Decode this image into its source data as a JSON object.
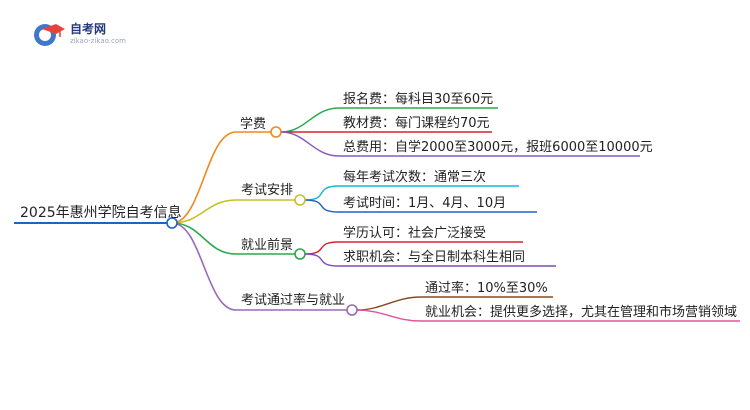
{
  "logo": {
    "title": "自考网",
    "url": "zikao-zikao.com"
  },
  "mindmap": {
    "root": "2025年惠州学院自考信息",
    "branches": [
      {
        "label": "学费",
        "color": "#f0891b",
        "children": [
          {
            "text": "报名费：每科目30至60元",
            "color": "#2aa84a"
          },
          {
            "text": "教材费：每门课程约70元",
            "color": "#d8232a"
          },
          {
            "text": "总费用：自学2000至3000元，报班6000至10000元",
            "color": "#8a5bb8"
          }
        ]
      },
      {
        "label": "考试安排",
        "color": "#c7c222",
        "children": [
          {
            "text": "每年考试次数：通常三次",
            "color": "#19b5d8"
          },
          {
            "text": "考试时间：1月、4月、10月",
            "color": "#1e64c8"
          }
        ]
      },
      {
        "label": "就业前景",
        "color": "#2aa84a",
        "children": [
          {
            "text": "学历认可：社会广泛接受",
            "color": "#d8232a"
          },
          {
            "text": "求职机会：与全日制本科生相同",
            "color": "#7b4fb4"
          }
        ]
      },
      {
        "label": "考试通过率与就业",
        "color": "#9a68b8",
        "children": [
          {
            "text": "通过率：10%至30%",
            "color": "#8a4a1c"
          },
          {
            "text": "就业机会：提供更多选择，尤其在管理和市场营销领域",
            "color": "#e0559a"
          }
        ]
      }
    ]
  }
}
